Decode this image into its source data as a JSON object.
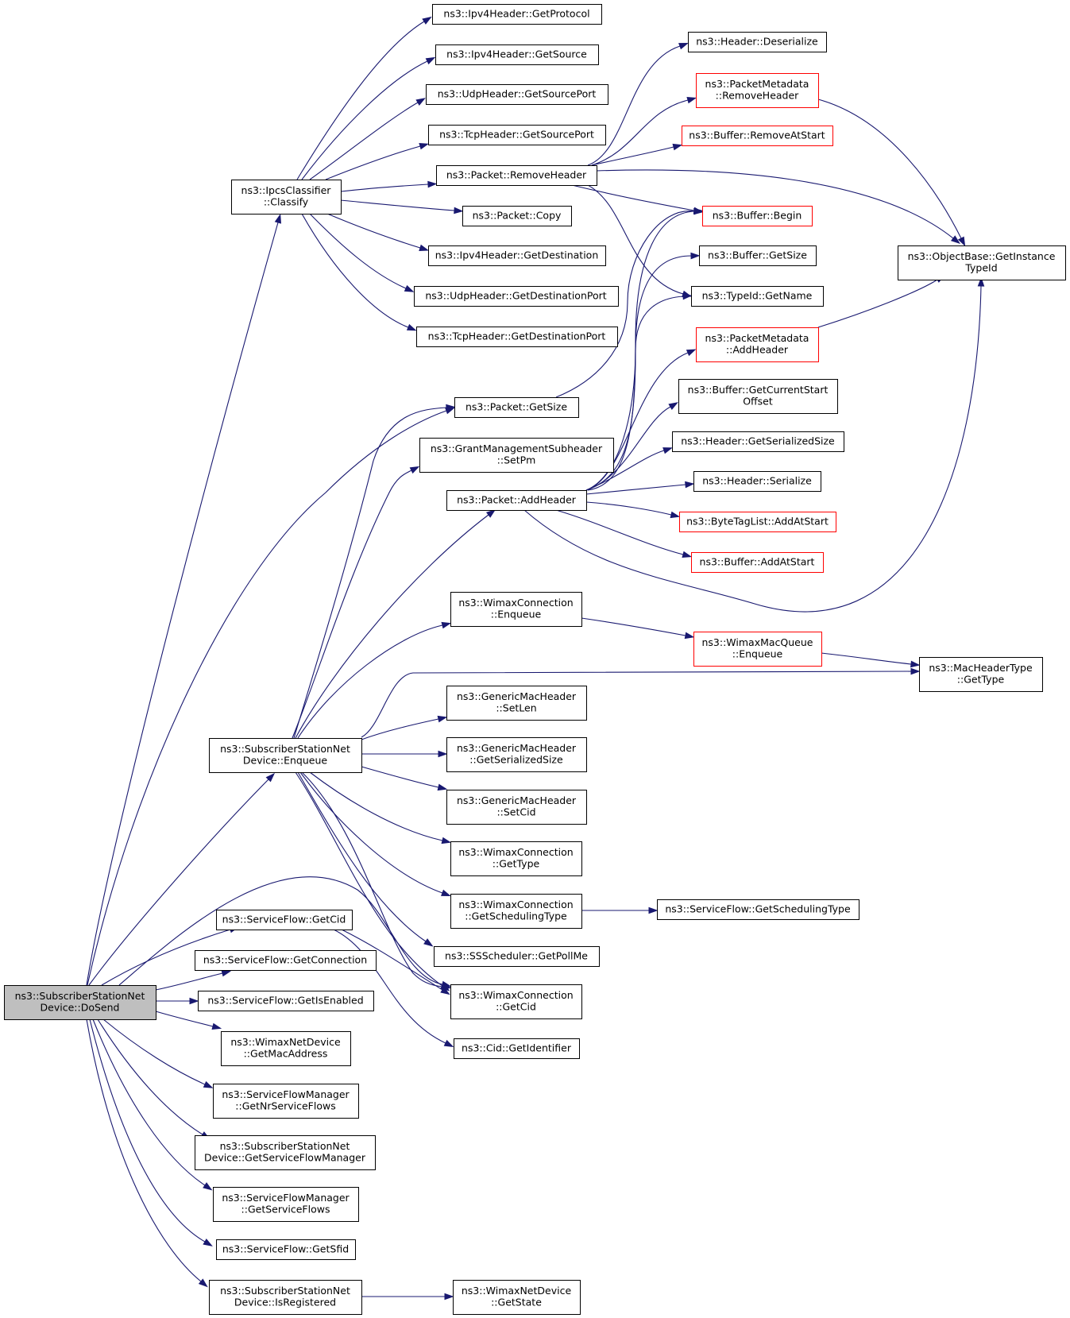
{
  "nodes": [
    {
      "id": "dosend",
      "lines": [
        "ns3::SubscriberStationNet",
        "Device::DoSend"
      ],
      "style": "root"
    },
    {
      "id": "classify",
      "lines": [
        "ns3::IpcsClassifier",
        "::Classify"
      ],
      "style": "normal"
    },
    {
      "id": "ssenqueue",
      "lines": [
        "ns3::SubscriberStationNet",
        "Device::Enqueue"
      ],
      "style": "normal"
    },
    {
      "id": "sfgetcid",
      "lines": [
        "ns3::ServiceFlow::GetCid"
      ],
      "style": "normal"
    },
    {
      "id": "sfgetconn",
      "lines": [
        "ns3::ServiceFlow::GetConnection"
      ],
      "style": "normal"
    },
    {
      "id": "sfgetisenabled",
      "lines": [
        "ns3::ServiceFlow::GetIsEnabled"
      ],
      "style": "normal"
    },
    {
      "id": "getmac",
      "lines": [
        "ns3::WimaxNetDevice",
        "::GetMacAddress"
      ],
      "style": "normal"
    },
    {
      "id": "getnrsf",
      "lines": [
        "ns3::ServiceFlowManager",
        "::GetNrServiceFlows"
      ],
      "style": "normal"
    },
    {
      "id": "getsfm",
      "lines": [
        "ns3::SubscriberStationNet",
        "Device::GetServiceFlowManager"
      ],
      "style": "normal"
    },
    {
      "id": "getsfs",
      "lines": [
        "ns3::ServiceFlowManager",
        "::GetServiceFlows"
      ],
      "style": "normal"
    },
    {
      "id": "getsfid",
      "lines": [
        "ns3::ServiceFlow::GetSfid"
      ],
      "style": "normal"
    },
    {
      "id": "isreg",
      "lines": [
        "ns3::SubscriberStationNet",
        "Device::IsRegistered"
      ],
      "style": "normal"
    },
    {
      "id": "ipv4proto",
      "lines": [
        "ns3::Ipv4Header::GetProtocol"
      ],
      "style": "normal"
    },
    {
      "id": "ipv4src",
      "lines": [
        "ns3::Ipv4Header::GetSource"
      ],
      "style": "normal"
    },
    {
      "id": "udpsrc",
      "lines": [
        "ns3::UdpHeader::GetSourcePort"
      ],
      "style": "normal"
    },
    {
      "id": "tcpsrc",
      "lines": [
        "ns3::TcpHeader::GetSourcePort"
      ],
      "style": "normal"
    },
    {
      "id": "pktremove",
      "lines": [
        "ns3::Packet::RemoveHeader"
      ],
      "style": "normal"
    },
    {
      "id": "pktcopy",
      "lines": [
        "ns3::Packet::Copy"
      ],
      "style": "normal"
    },
    {
      "id": "ipv4dst",
      "lines": [
        "ns3::Ipv4Header::GetDestination"
      ],
      "style": "normal"
    },
    {
      "id": "udpdst",
      "lines": [
        "ns3::UdpHeader::GetDestinationPort"
      ],
      "style": "normal"
    },
    {
      "id": "tcpdst",
      "lines": [
        "ns3::TcpHeader::GetDestinationPort"
      ],
      "style": "normal"
    },
    {
      "id": "pktgetsize",
      "lines": [
        "ns3::Packet::GetSize"
      ],
      "style": "normal"
    },
    {
      "id": "setpm",
      "lines": [
        "ns3::GrantManagementSubheader",
        "::SetPm"
      ],
      "style": "normal"
    },
    {
      "id": "pktadd",
      "lines": [
        "ns3::Packet::AddHeader"
      ],
      "style": "normal"
    },
    {
      "id": "wcenqueue",
      "lines": [
        "ns3::WimaxConnection",
        "::Enqueue"
      ],
      "style": "normal"
    },
    {
      "id": "gmhsetlen",
      "lines": [
        "ns3::GenericMacHeader",
        "::SetLen"
      ],
      "style": "normal"
    },
    {
      "id": "gmhgetss",
      "lines": [
        "ns3::GenericMacHeader",
        "::GetSerializedSize"
      ],
      "style": "normal"
    },
    {
      "id": "gmhsetcid",
      "lines": [
        "ns3::GenericMacHeader",
        "::SetCid"
      ],
      "style": "normal"
    },
    {
      "id": "wcgettype",
      "lines": [
        "ns3::WimaxConnection",
        "::GetType"
      ],
      "style": "normal"
    },
    {
      "id": "wcgetsched",
      "lines": [
        "ns3::WimaxConnection",
        "::GetSchedulingType"
      ],
      "style": "normal"
    },
    {
      "id": "sspollme",
      "lines": [
        "ns3::SSScheduler::GetPollMe"
      ],
      "style": "normal"
    },
    {
      "id": "wcgetcid",
      "lines": [
        "ns3::WimaxConnection",
        "::GetCid"
      ],
      "style": "normal"
    },
    {
      "id": "cidgetid",
      "lines": [
        "ns3::Cid::GetIdentifier"
      ],
      "style": "normal"
    },
    {
      "id": "wndgetstate",
      "lines": [
        "ns3::WimaxNetDevice",
        "::GetState"
      ],
      "style": "normal"
    },
    {
      "id": "hdrdeser",
      "lines": [
        "ns3::Header::Deserialize"
      ],
      "style": "normal"
    },
    {
      "id": "pmremove",
      "lines": [
        "ns3::PacketMetadata",
        "::RemoveHeader"
      ],
      "style": "red"
    },
    {
      "id": "bufremove",
      "lines": [
        "ns3::Buffer::RemoveAtStart"
      ],
      "style": "red"
    },
    {
      "id": "bufbegin",
      "lines": [
        "ns3::Buffer::Begin"
      ],
      "style": "red"
    },
    {
      "id": "bufgetsize",
      "lines": [
        "ns3::Buffer::GetSize"
      ],
      "style": "normal"
    },
    {
      "id": "typeidname",
      "lines": [
        "ns3::TypeId::GetName"
      ],
      "style": "normal"
    },
    {
      "id": "pmadd",
      "lines": [
        "ns3::PacketMetadata",
        "::AddHeader"
      ],
      "style": "red"
    },
    {
      "id": "bufcurstart",
      "lines": [
        "ns3::Buffer::GetCurrentStart",
        "Offset"
      ],
      "style": "normal"
    },
    {
      "id": "hdrgetss",
      "lines": [
        "ns3::Header::GetSerializedSize"
      ],
      "style": "normal"
    },
    {
      "id": "hdrser",
      "lines": [
        "ns3::Header::Serialize"
      ],
      "style": "normal"
    },
    {
      "id": "btladd",
      "lines": [
        "ns3::ByteTagList::AddAtStart"
      ],
      "style": "red"
    },
    {
      "id": "bufadd",
      "lines": [
        "ns3::Buffer::AddAtStart"
      ],
      "style": "red"
    },
    {
      "id": "wmqenqueue",
      "lines": [
        "ns3::WimaxMacQueue",
        "::Enqueue"
      ],
      "style": "red"
    },
    {
      "id": "svcgetsched",
      "lines": [
        "ns3::ServiceFlow::GetSchedulingType"
      ],
      "style": "normal"
    },
    {
      "id": "objgettid",
      "lines": [
        "ns3::ObjectBase::GetInstance",
        "TypeId"
      ],
      "style": "normal"
    },
    {
      "id": "machdrgettype",
      "lines": [
        "ns3::MacHeaderType",
        "::GetType"
      ],
      "style": "normal"
    }
  ]
}
